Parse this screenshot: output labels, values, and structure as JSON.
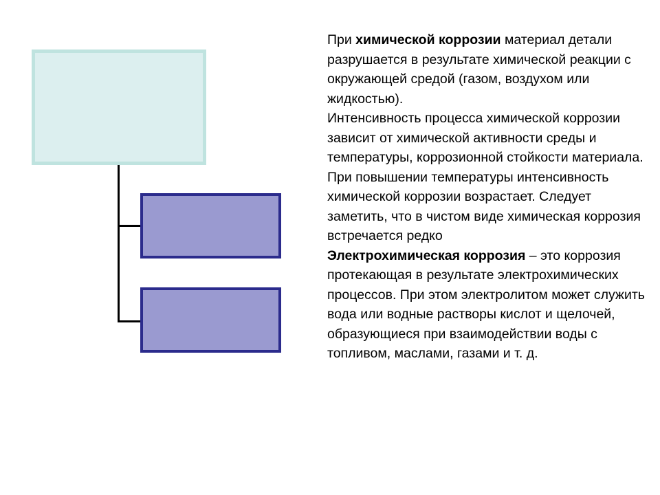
{
  "text": {
    "p1": {
      "before": "При ",
      "bold": "химической коррозии",
      "after": " материал детали разрушается в результате химической реакции с окружающей средой (газом, воздухом или жидкостью)."
    },
    "p2": "Интенсивность процесса химической коррозии зависит от химической активности среды и температуры, коррозионной стойкости материала.",
    "p3": "При повышении  температуры интенсивность химической коррозии возрастает. Следует заметить, что в чистом виде химическая коррозия встречается редко",
    "p4": {
      "bold": "Электрохимическая коррозия",
      "after": " – это коррозия  протекающая в результате электрохимических процессов. При этом электролитом может служить вода или водные растворы кислот и щелочей, образующиеся при взаимодействии воды с топливом, маслами, газами и т. д."
    }
  },
  "colors": {
    "top_fill": "#dcefef",
    "top_border": "#bfe3df",
    "child_fill": "#9a9ad0",
    "child_border": "#2b2b8c",
    "connector": "#000000"
  }
}
